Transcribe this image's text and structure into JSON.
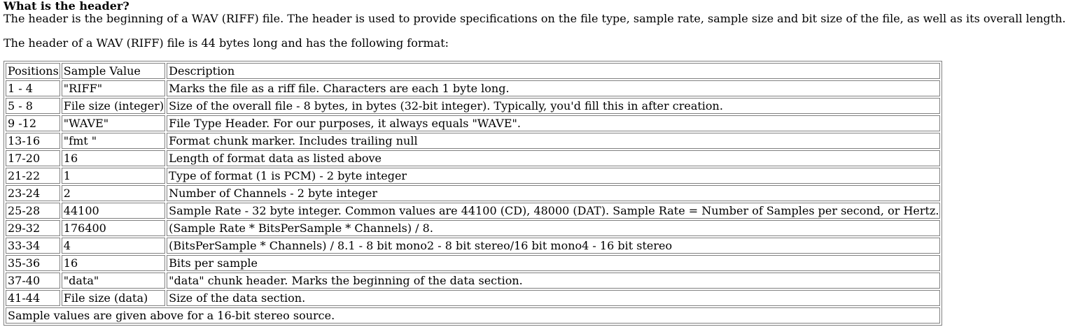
{
  "heading": "What is the header?",
  "intro": "The header is the beginning of a WAV (RIFF) file. The header is used to provide specifications on the file type, sample rate, sample size and bit size of the file, as well as its overall length.",
  "format_intro": "The header of a WAV (RIFF) file is 44 bytes long and has the following format:",
  "table": {
    "headers": [
      "Positions",
      "Sample Value",
      "Description"
    ],
    "rows": [
      [
        "1 - 4",
        "\"RIFF\"",
        "Marks the file as a riff file. Characters are each 1 byte long."
      ],
      [
        "5 - 8",
        "File size (integer)",
        "Size of the overall file - 8 bytes, in bytes (32-bit integer). Typically, you'd fill this in after creation."
      ],
      [
        "9 -12",
        "\"WAVE\"",
        "File Type Header. For our purposes, it always equals \"WAVE\"."
      ],
      [
        "13-16",
        "\"fmt \"",
        "Format chunk marker. Includes trailing null"
      ],
      [
        "17-20",
        "16",
        "Length of format data as listed above"
      ],
      [
        "21-22",
        "1",
        "Type of format (1 is PCM) - 2 byte integer"
      ],
      [
        "23-24",
        "2",
        "Number of Channels - 2 byte integer"
      ],
      [
        "25-28",
        "44100",
        "Sample Rate - 32 byte integer. Common values are 44100 (CD), 48000 (DAT). Sample Rate = Number of Samples per second, or Hertz."
      ],
      [
        "29-32",
        "176400",
        "(Sample Rate * BitsPerSample * Channels) / 8."
      ],
      [
        "33-34",
        "4",
        "(BitsPerSample * Channels) / 8.1 - 8 bit mono2 - 8 bit stereo/16 bit mono4 - 16 bit stereo"
      ],
      [
        "35-36",
        "16",
        "Bits per sample"
      ],
      [
        "37-40",
        "\"data\"",
        "\"data\" chunk header. Marks the beginning of the data section."
      ],
      [
        "41-44",
        "File size (data)",
        "Size of the data section."
      ]
    ],
    "footer": "Sample values are given above for a 16-bit stereo source."
  }
}
